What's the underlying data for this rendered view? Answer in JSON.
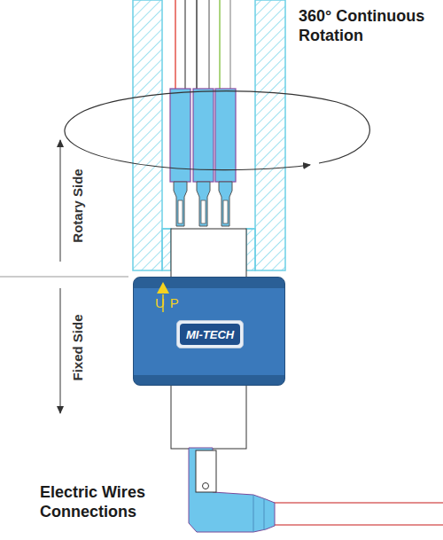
{
  "diagram": {
    "nodes": [
      {
        "text": [
          "UP"
        ]
      },
      {
        "text": [
          "MI-TECH"
        ],
        "in": 0
      }
    ],
    "labels": [
      "360° Continuous Rotation",
      "Rotary Side",
      "Fixed Side",
      "Electric Wires Connections"
    ]
  }
}
